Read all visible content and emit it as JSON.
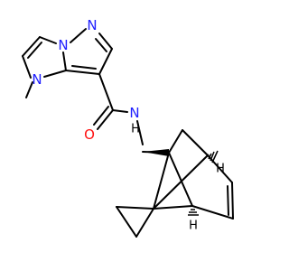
{
  "molecule": {
    "colors": {
      "bond": "#000000",
      "nitrogen": "#2020ff",
      "oxygen": "#ff1010",
      "background": "#ffffff"
    },
    "atoms": {
      "n_methyl": "N",
      "n_bridge": "N",
      "n_pyrazole": "N",
      "n_amide": "N",
      "h_amide": "H",
      "o_carbonyl": "O",
      "h_bridgehead_upper": "H",
      "h_bridgehead_lower": "H"
    }
  }
}
